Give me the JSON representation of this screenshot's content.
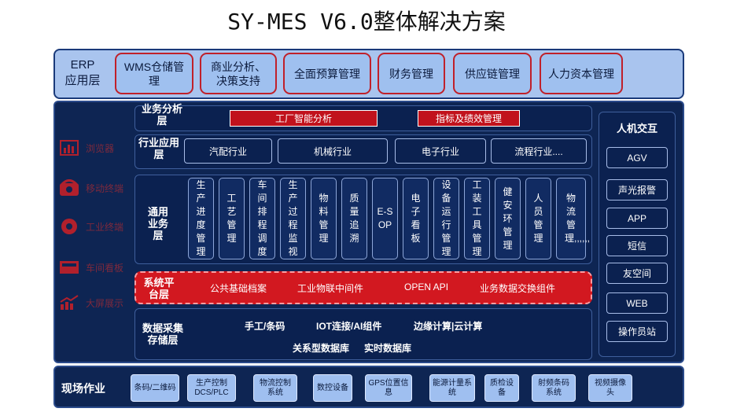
{
  "title": "SY-MES V6.0整体解决方案",
  "erp": {
    "label_line1": "ERP",
    "label_line2": "应用层",
    "items": [
      "WMS仓储管理",
      "商业分析、决策支持",
      "全面预算管理",
      "财务管理",
      "供应链管理",
      "人力资本管理"
    ]
  },
  "analysis_layer": {
    "label": "业务分析层",
    "items": [
      "工厂智能分析",
      "指标及绩效管理"
    ]
  },
  "industry_layer": {
    "label": "行业应用层",
    "items": [
      "汽配行业",
      "机械行业",
      "电子行业",
      "流程行业...."
    ]
  },
  "general_layer": {
    "label": "通用业务层",
    "items": [
      "生产进度管理",
      "工艺管理",
      "车间排程调度",
      "生产过程监视",
      "物料管理",
      "质量追溯",
      "E-SOP",
      "电子看板",
      "设备运行管理",
      "工装工具管理",
      "健安环管理",
      "人员管理",
      "物流管理,,,,,,"
    ]
  },
  "system_platform": {
    "label": "系统平台层",
    "items": [
      "公共基础档案",
      "工业物联中间件",
      "OPEN API",
      "业务数据交换组件"
    ]
  },
  "data_layer": {
    "label": "数据采集存储层",
    "row1": [
      "手工/条码",
      "IOT连接/AI组件",
      "边缘计算|云计算"
    ],
    "row2": [
      "关系型数据库",
      "实时数据库"
    ]
  },
  "left_items": [
    {
      "label": "浏览器",
      "icon": "bar-chart-icon"
    },
    {
      "label": "移动终端",
      "icon": "phone-icon"
    },
    {
      "label": "工业终端",
      "icon": "gear-icon"
    },
    {
      "label": "车间看板",
      "icon": "board-icon"
    },
    {
      "label": "大屏展示",
      "icon": "trend-icon"
    }
  ],
  "hmi": {
    "title": "人机交互",
    "items": [
      "AGV",
      "声光报警",
      "APP",
      "短信",
      "友空间",
      "WEB",
      "操作员站"
    ]
  },
  "field": {
    "label": "现场作业",
    "items": [
      "条码/二维码",
      "生产控制DCS/PLC",
      "物流控制系统",
      "数控设备",
      "GPS位置信息",
      "能源计量系统",
      "质检设备",
      "射频条码系统",
      "视频摄像头"
    ]
  },
  "colors": {
    "panel": "#0e2553",
    "erp_band": "#a9c4ee",
    "accent_red": "#c1121c",
    "box_blue": "#9fbff0"
  }
}
